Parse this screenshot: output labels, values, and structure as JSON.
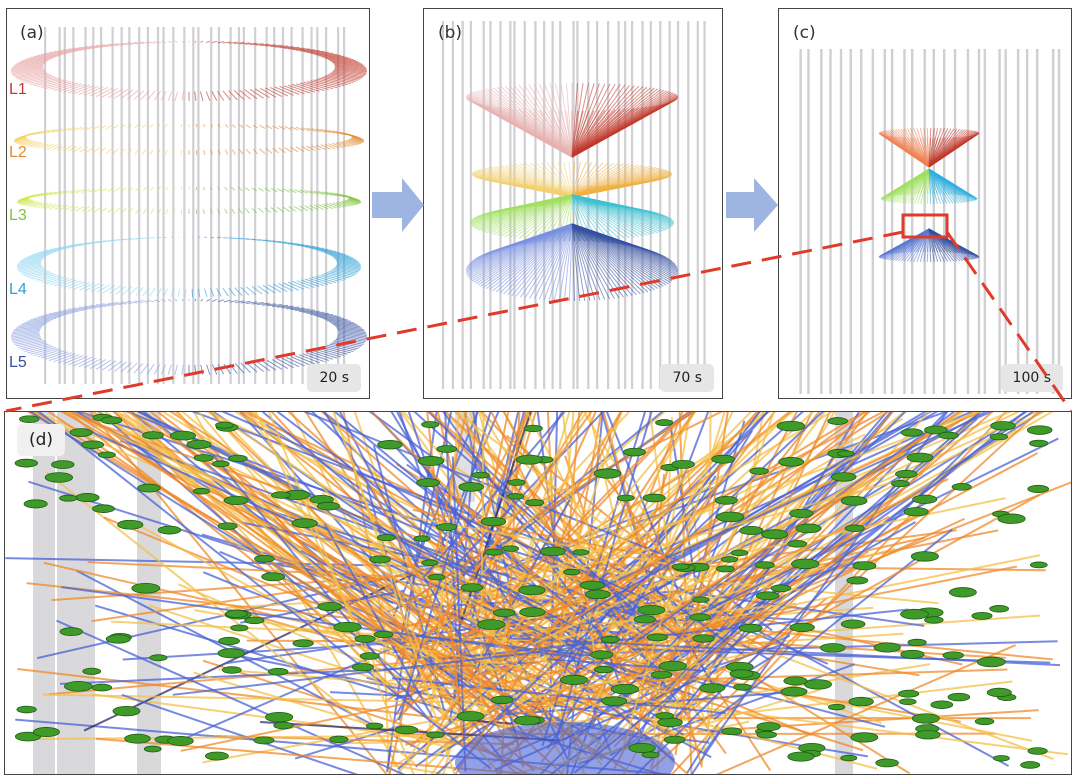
{
  "panels": {
    "a": {
      "label": "(a)",
      "time": "20 s"
    },
    "b": {
      "label": "(b)",
      "time": "70 s"
    },
    "c": {
      "label": "(c)",
      "time": "100 s"
    },
    "d": {
      "label": "(d)"
    }
  },
  "layers": [
    {
      "label": "L1",
      "color": "#c0392b"
    },
    {
      "label": "L2",
      "color": "#e08a2c"
    },
    {
      "label": "L3",
      "color": "#7cc43a"
    },
    {
      "label": "L4",
      "color": "#2e9fd8"
    },
    {
      "label": "L5",
      "color": "#3550a0"
    }
  ],
  "colors": {
    "arrow": "#8ea8dc",
    "zoom_line": "#e03a2a",
    "pillar": "#c8c8cc",
    "node": "#3f9a2a",
    "line_blue": "#4a63d6",
    "line_orange": "#f08a2a",
    "line_yellow": "#f5c04a"
  }
}
